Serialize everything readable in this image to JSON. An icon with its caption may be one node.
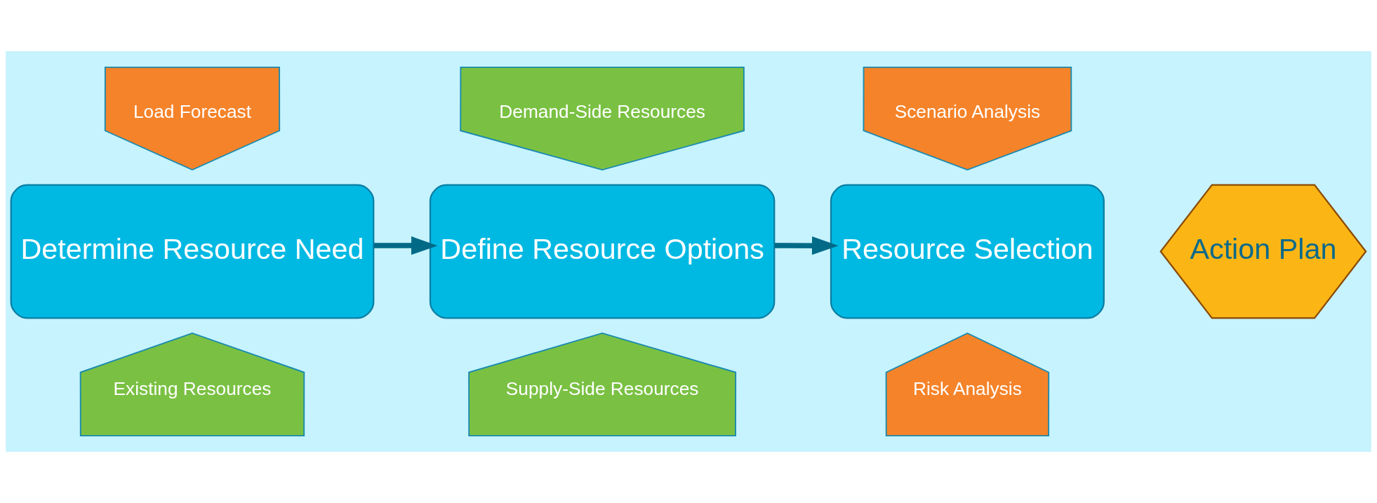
{
  "diagram": {
    "nodes": [
      {
        "text": [
          "Load Forecast"
        ]
      },
      {
        "text": [
          "Determine Resource Need"
        ]
      },
      {
        "text": [
          "Existing Resources"
        ]
      },
      {
        "text": [
          "Demand-Side Resources"
        ]
      },
      {
        "text": [
          "Define Resource Options"
        ]
      },
      {
        "text": [
          "Supply-Side Resources"
        ]
      },
      {
        "text": [
          "Scenario Analysis"
        ]
      },
      {
        "text": [
          "Resource Selection"
        ]
      },
      {
        "text": [
          "Risk Analysis"
        ]
      },
      {
        "text": [
          "Action Plan"
        ]
      }
    ],
    "edges": [
      {
        "from": 1,
        "to": 4,
        "arrow": "to"
      },
      {
        "from": 4,
        "to": 7,
        "arrow": "to"
      }
    ]
  }
}
